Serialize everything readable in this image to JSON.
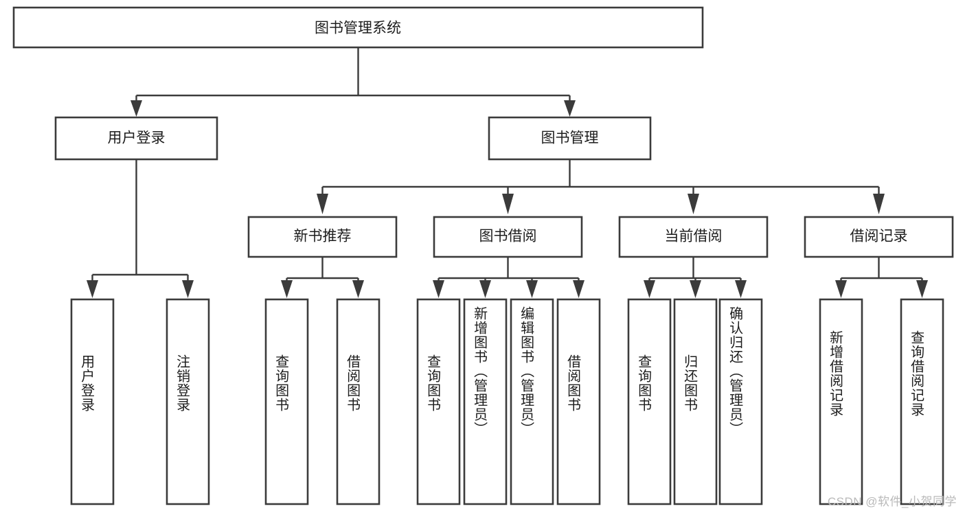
{
  "diagram": {
    "type": "tree-hierarchy",
    "root": {
      "id": "root",
      "label": "图书管理系统",
      "orientation": "horizontal"
    },
    "level2": [
      {
        "id": "user-login",
        "label": "用户登录",
        "orientation": "horizontal"
      },
      {
        "id": "book-manage",
        "label": "图书管理",
        "orientation": "horizontal"
      }
    ],
    "level3": [
      {
        "id": "new-book-rec",
        "label": "新书推荐",
        "orientation": "horizontal",
        "parent": "book-manage"
      },
      {
        "id": "book-borrow",
        "label": "图书借阅",
        "orientation": "horizontal",
        "parent": "book-manage"
      },
      {
        "id": "current-borrow",
        "label": "当前借阅",
        "orientation": "horizontal",
        "parent": "book-manage"
      },
      {
        "id": "borrow-record",
        "label": "借阅记录",
        "orientation": "horizontal",
        "parent": "book-manage"
      }
    ],
    "leaves": [
      {
        "id": "leaf-user-login",
        "label": "用户登录",
        "parent": "user-login"
      },
      {
        "id": "leaf-user-logout",
        "label": "注销登录",
        "parent": "user-login"
      },
      {
        "id": "leaf-rec-query-book",
        "label": "查询图书",
        "parent": "new-book-rec"
      },
      {
        "id": "leaf-rec-borrow-book",
        "label": "借阅图书",
        "parent": "new-book-rec"
      },
      {
        "id": "leaf-borrow-query-book",
        "label": "查询图书",
        "parent": "book-borrow"
      },
      {
        "id": "leaf-borrow-add-book",
        "label": "新增图书（管理员）",
        "parent": "book-borrow"
      },
      {
        "id": "leaf-borrow-edit-book",
        "label": "编辑图书（管理员）",
        "parent": "book-borrow"
      },
      {
        "id": "leaf-borrow-borrow-book",
        "label": "借阅图书",
        "parent": "book-borrow"
      },
      {
        "id": "leaf-cur-query-book",
        "label": "查询图书",
        "parent": "current-borrow"
      },
      {
        "id": "leaf-cur-return-book",
        "label": "归还图书",
        "parent": "current-borrow"
      },
      {
        "id": "leaf-cur-confirm-return",
        "label": "确认归还（管理员）",
        "parent": "current-borrow"
      },
      {
        "id": "leaf-rec-add-record",
        "label": "新增借阅记录",
        "parent": "borrow-record"
      },
      {
        "id": "leaf-rec-query-record",
        "label": "查询借阅记录",
        "parent": "borrow-record"
      }
    ]
  },
  "watermark": {
    "text": "CSDN @软件_小贺同学"
  },
  "colors": {
    "stroke": "#3b3b3b",
    "box_fill": "#ffffff",
    "text": "#1d1d1d",
    "watermark": "#b9b9b9",
    "background": "#ffffff"
  }
}
